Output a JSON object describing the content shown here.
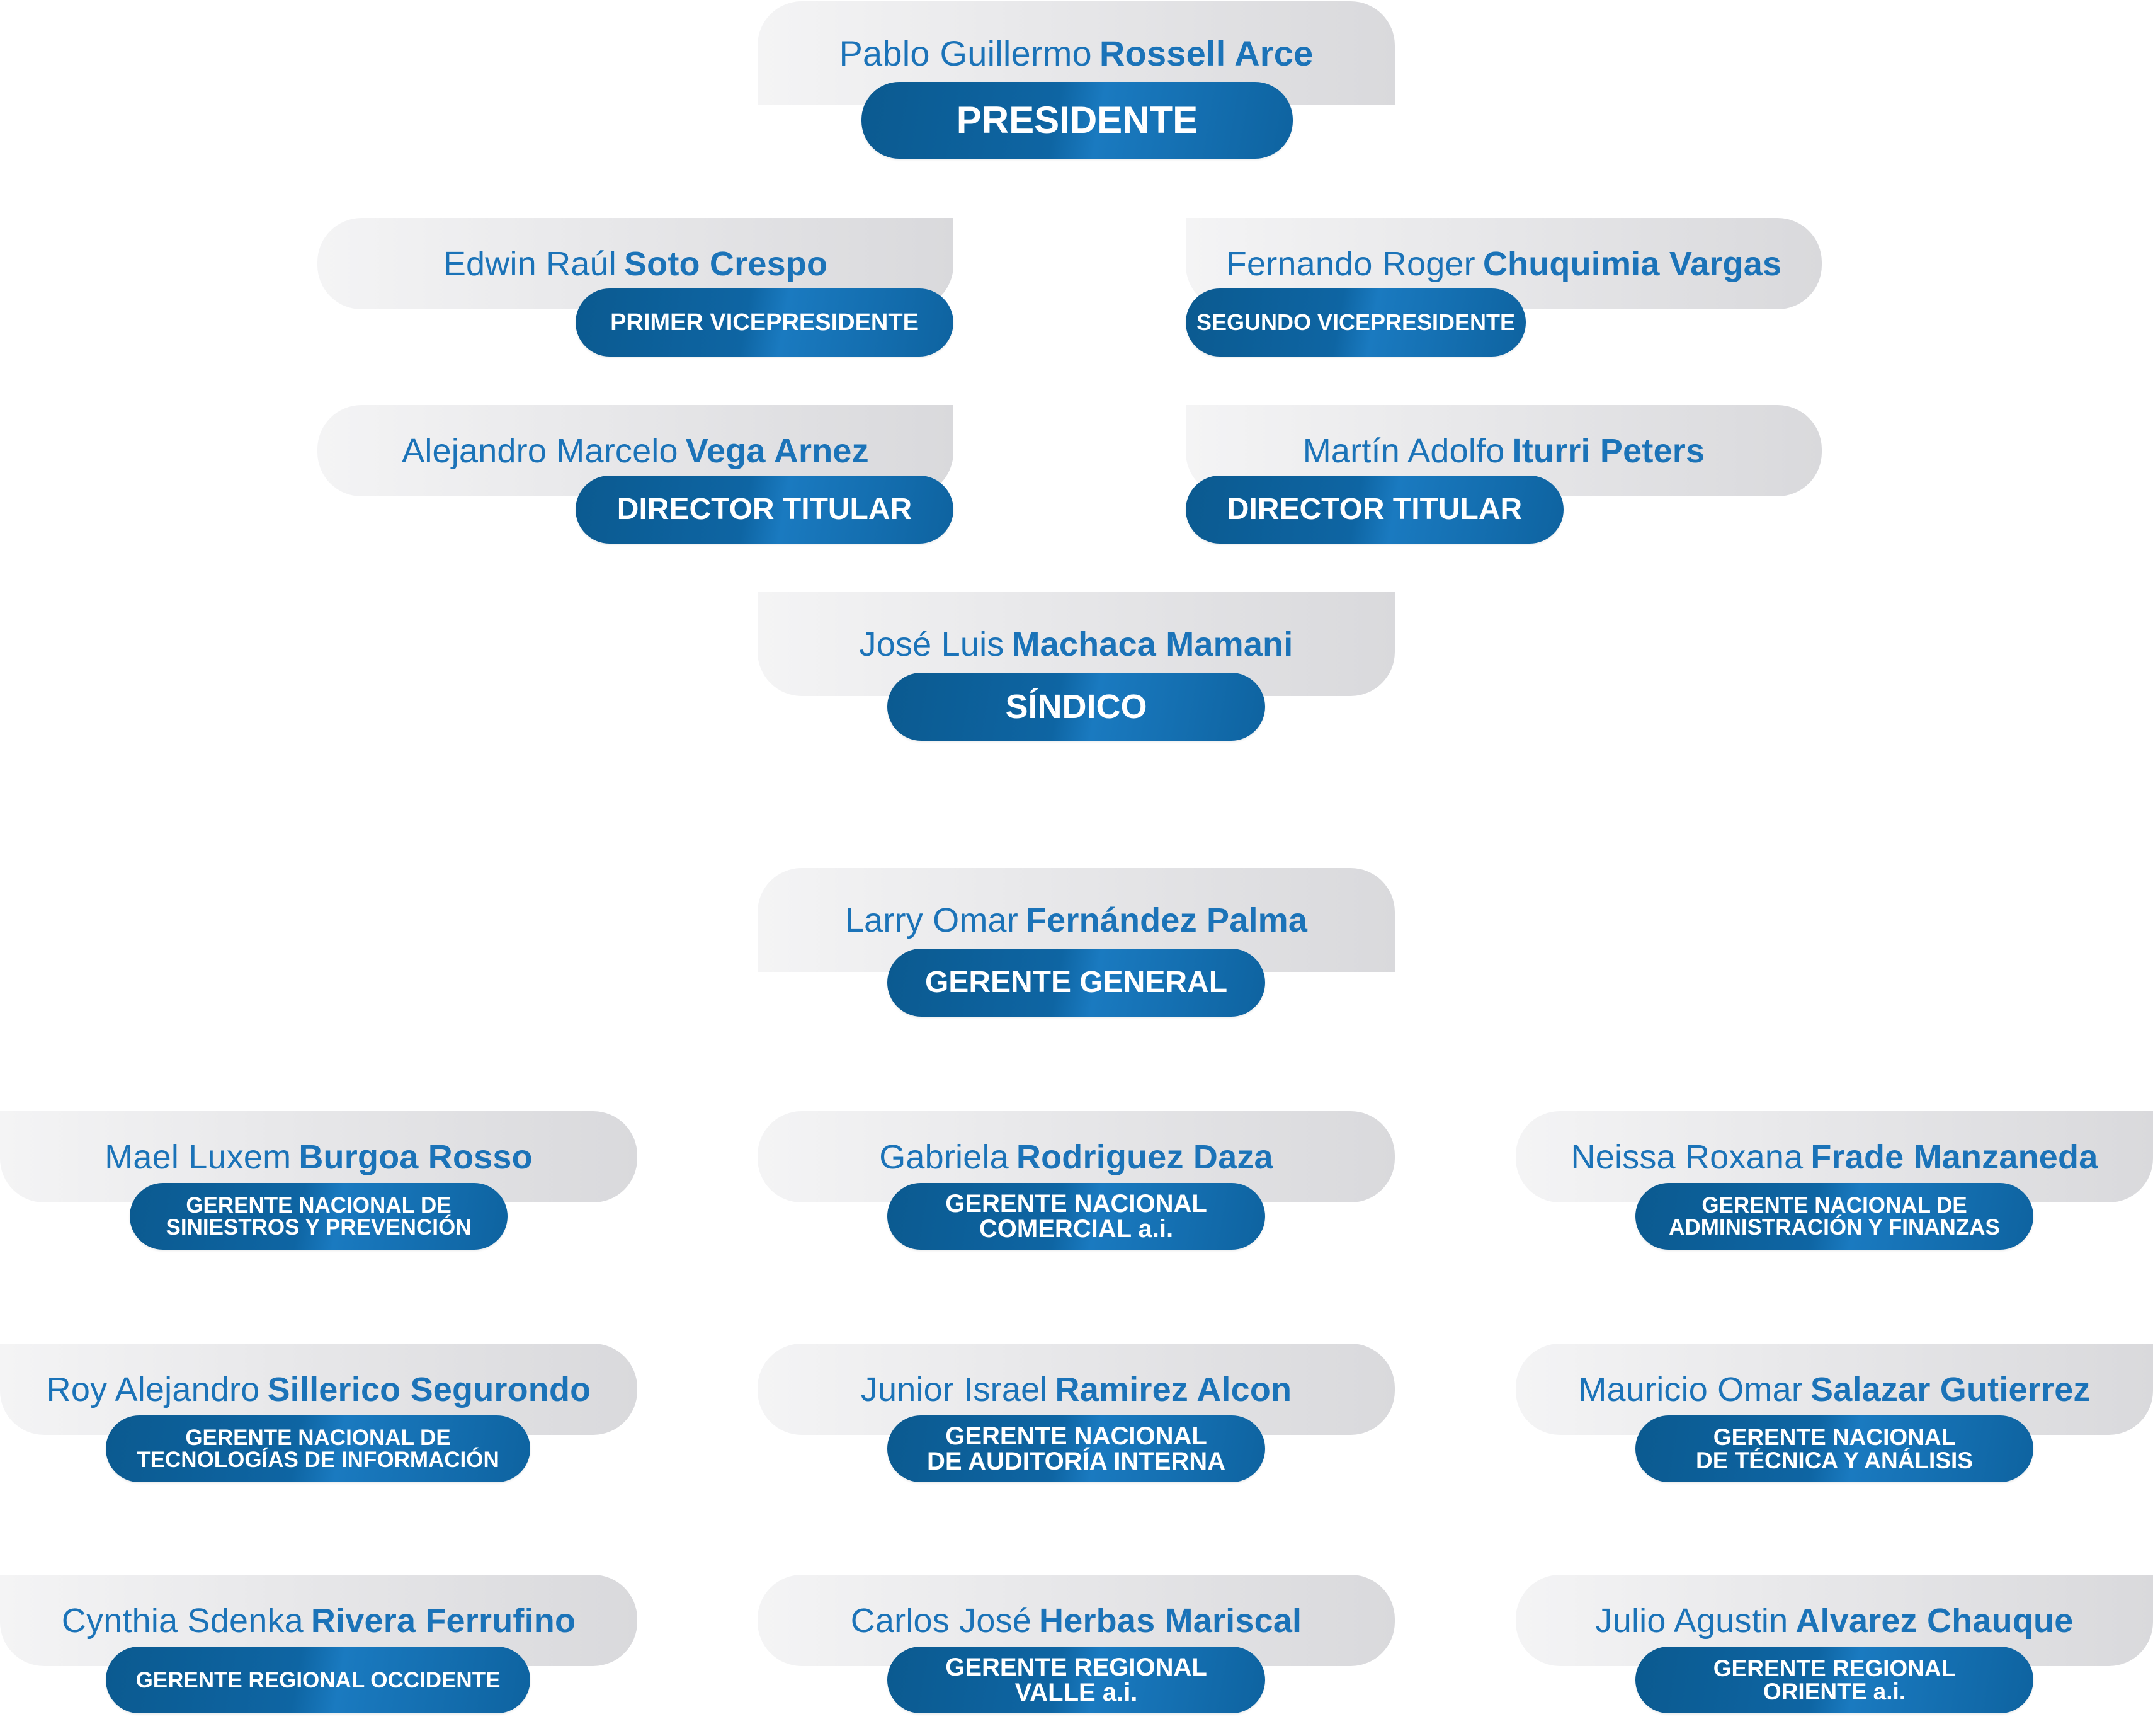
{
  "board": {
    "president": {
      "first": "Pablo Guillermo",
      "last": "Rossell Arce",
      "role": [
        "PRESIDENTE"
      ]
    },
    "vp1": {
      "first": "Edwin Raúl",
      "last": "Soto Crespo",
      "role": [
        "PRIMER VICEPRESIDENTE"
      ]
    },
    "vp2": {
      "first": "Fernando Roger",
      "last": "Chuquimia Vargas",
      "role": [
        "SEGUNDO VICEPRESIDENTE"
      ]
    },
    "dir1": {
      "first": "Alejandro Marcelo",
      "last": "Vega Arnez",
      "role": [
        "DIRECTOR TITULAR"
      ]
    },
    "dir2": {
      "first": "Martín Adolfo",
      "last": "Iturri Peters",
      "role": [
        "DIRECTOR TITULAR"
      ]
    },
    "sindico": {
      "first": "José Luis",
      "last": "Machaca Mamani",
      "role": [
        "SÍNDICO"
      ]
    }
  },
  "management": {
    "gm": {
      "first": "Larry Omar",
      "last": "Fernández Palma",
      "role": [
        "GERENTE GENERAL"
      ]
    },
    "m1": {
      "first": "Mael Luxem",
      "last": "Burgoa Rosso",
      "role": [
        "GERENTE NACIONAL DE",
        "SINIESTROS Y PREVENCIÓN"
      ]
    },
    "m2": {
      "first": "Gabriela",
      "last": "Rodriguez Daza",
      "role": [
        "GERENTE NACIONAL",
        "COMERCIAL a.i."
      ]
    },
    "m3": {
      "first": "Neissa Roxana",
      "last": "Frade Manzaneda",
      "role": [
        "GERENTE NACIONAL DE",
        "ADMINISTRACIÓN Y FINANZAS"
      ]
    },
    "m4": {
      "first": "Roy Alejandro",
      "last": "Sillerico Segurondo",
      "role": [
        "GERENTE NACIONAL DE",
        "TECNOLOGÍAS DE INFORMACIÓN"
      ]
    },
    "m5": {
      "first": "Junior Israel",
      "last": "Ramirez Alcon",
      "role": [
        "GERENTE NACIONAL",
        "DE AUDITORÍA INTERNA"
      ]
    },
    "m6": {
      "first": "Mauricio Omar",
      "last": "Salazar Gutierrez",
      "role": [
        "GERENTE NACIONAL",
        "DE TÉCNICA Y ANÁLISIS"
      ]
    },
    "m7": {
      "first": "Cynthia Sdenka",
      "last": "Rivera Ferrufino",
      "role": [
        "GERENTE REGIONAL OCCIDENTE"
      ]
    },
    "m8": {
      "first": "Carlos José",
      "last": "Herbas Mariscal",
      "role": [
        "GERENTE REGIONAL",
        "VALLE a.i."
      ]
    },
    "m9": {
      "first": "Julio Agustin",
      "last": "Alvarez Chauque",
      "role": [
        "GERENTE REGIONAL",
        "ORIENTE a.i."
      ]
    }
  }
}
